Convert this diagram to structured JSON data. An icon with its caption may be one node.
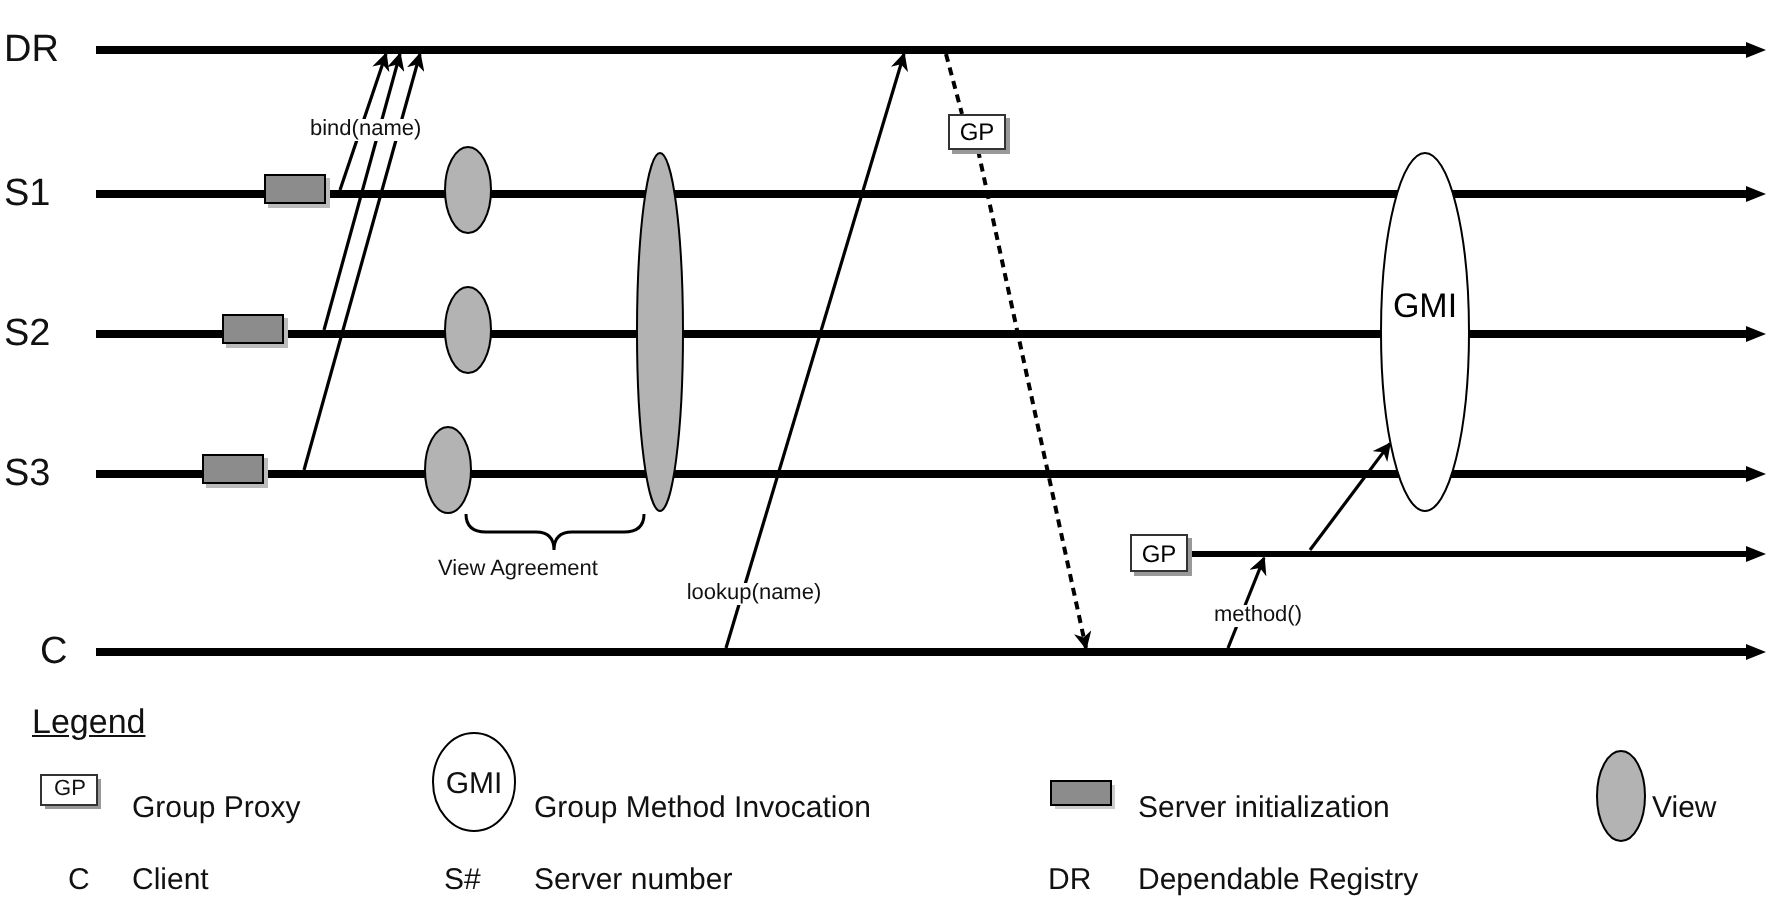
{
  "diagram": {
    "nodes": [
      {
        "text": [],
        "shape": "bar",
        "beside": [
          "DR"
        ]
      },
      {
        "text": [],
        "shape": "bar",
        "beside": [
          "S1"
        ]
      },
      {
        "text": [],
        "shape": "bar",
        "beside": [
          "S2"
        ]
      },
      {
        "text": [],
        "shape": "bar",
        "beside": [
          "S3"
        ]
      },
      {
        "text": [],
        "shape": "bar",
        "beside": [
          "C"
        ]
      },
      {
        "text": [],
        "shape": "bar"
      },
      {
        "text": [],
        "shape": "box"
      },
      {
        "text": [],
        "shape": "box"
      },
      {
        "text": [],
        "shape": "box"
      },
      {
        "text": [],
        "shape": "ellipse"
      },
      {
        "text": [],
        "shape": "ellipse"
      },
      {
        "text": [],
        "shape": "ellipse"
      },
      {
        "text": [],
        "shape": "ellipse"
      },
      {
        "text": [
          "GP"
        ]
      },
      {
        "text": [
          "GMI"
        ]
      },
      {
        "text": [
          "GP"
        ]
      }
    ],
    "edges": [
      {
        "from": 1,
        "to": 0,
        "arrow": "to"
      },
      {
        "from": 2,
        "to": 0,
        "arrow": "to"
      },
      {
        "from": 3,
        "to": 0,
        "arrow": "to"
      },
      {
        "from": 4,
        "to": 0,
        "arrow": "to",
        "label": "lookup(name)"
      },
      {
        "from": 0,
        "to": 13,
        "arrow": "none",
        "style": "dashed"
      },
      {
        "from": 13,
        "to": 4,
        "arrow": "to",
        "style": "dashed"
      },
      {
        "from": 4,
        "to": 5,
        "arrow": "to",
        "label": "method()"
      },
      {
        "from": 5,
        "to": 14,
        "arrow": "to"
      }
    ],
    "labels": [
      "bind(name)",
      "View Agreement",
      "Legend",
      "GP",
      "GMI",
      "C",
      "S#",
      "DR"
    ],
    "legend": [
      {
        "text": "Group Proxy"
      },
      {
        "text": "Group Method Invocation"
      },
      {
        "text": "Server initialization"
      },
      {
        "text": "View"
      },
      {
        "text": "Client"
      },
      {
        "text": "Server number"
      },
      {
        "text": "Dependable Registry"
      }
    ]
  }
}
